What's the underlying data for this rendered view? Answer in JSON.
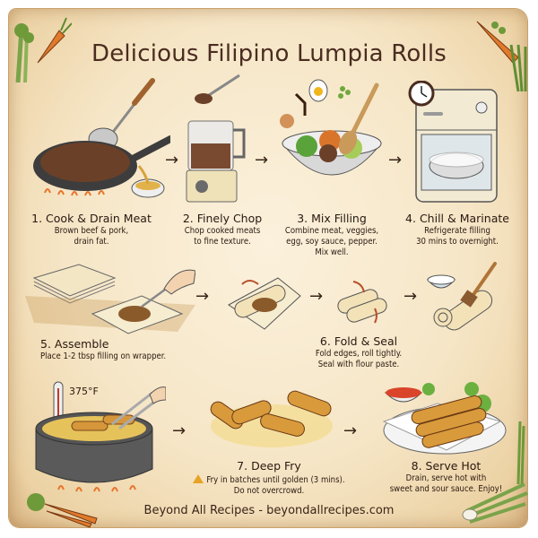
{
  "title": "Delicious Filipino Lumpia Rolls",
  "colors": {
    "parchment": "#f6e6c7",
    "text": "#3a2418",
    "warning": "#e6a326",
    "carrot": "#e07a2c",
    "greens": "#6e9a3a"
  },
  "steps": [
    {
      "number": "1",
      "title": "1. Cook & Drain Meat",
      "lines": [
        "Brown beef & pork,",
        "drain fat."
      ],
      "illustration": "skillet-draining-meat"
    },
    {
      "number": "2",
      "title": "2. Finely Chop",
      "lines": [
        "Chop cooked meats",
        "to fine texture."
      ],
      "illustration": "food-processor"
    },
    {
      "number": "3",
      "title": "3. Mix Filling",
      "lines": [
        "Combine meat, veggies,",
        "egg, soy sauce, pepper.",
        "Mix well."
      ],
      "illustration": "mixing-bowl"
    },
    {
      "number": "4",
      "title": "4. Chill & Marinate",
      "lines": [
        "Refrigerate filling",
        "30 mins to overnight."
      ],
      "illustration": "refrigerator-with-clock"
    },
    {
      "number": "5",
      "title": "5. Assemble",
      "lines": [
        "Place 1-2 tbsp filling on wrapper."
      ],
      "illustration": "wrappers-and-spoon"
    },
    {
      "number": "6",
      "title": "6. Fold & Seal",
      "lines": [
        "Fold edges, roll tightly.",
        "Seal with flour paste."
      ],
      "illustration": "folding-and-brushing"
    },
    {
      "number": "7",
      "title": "7. Deep Fry",
      "warning_icon": "warning-icon",
      "lines": [
        "Fry in batches until golden (3 mins).",
        "Do not overcrowd."
      ],
      "illustration": "fried-lumpia"
    },
    {
      "number": "8",
      "title": "8. Serve Hot",
      "lines": [
        "Drain, serve hot with",
        "sweet and sour sauce. Enjoy!"
      ],
      "illustration": "serving-plate-with-sauce"
    }
  ],
  "pot": {
    "temperature": "375°F"
  },
  "arrow_glyph": "→",
  "footer": "Beyond All Recipes - beyondallrecipes.com"
}
